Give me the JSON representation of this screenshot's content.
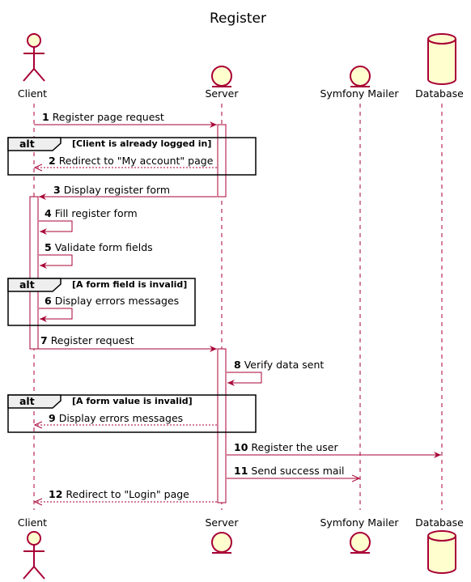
{
  "title": "Register",
  "participants": [
    {
      "name": "Client",
      "kind": "actor-icon"
    },
    {
      "name": "Server",
      "kind": "entity-icon"
    },
    {
      "name": "Symfony Mailer",
      "kind": "entity-icon"
    },
    {
      "name": "Database",
      "kind": "database-icon"
    }
  ],
  "messages": [
    {
      "num": "1",
      "text": "Register page request"
    },
    {
      "num": "2",
      "text": "Redirect to \"My account\" page"
    },
    {
      "num": "3",
      "text": "Display register form"
    },
    {
      "num": "4",
      "text": "Fill register form"
    },
    {
      "num": "5",
      "text": "Validate form fields"
    },
    {
      "num": "6",
      "text": "Display errors messages"
    },
    {
      "num": "7",
      "text": "Register request"
    },
    {
      "num": "8",
      "text": "Verify data sent"
    },
    {
      "num": "9",
      "text": "Display errors messages"
    },
    {
      "num": "10",
      "text": "Register the user"
    },
    {
      "num": "11",
      "text": "Send success mail"
    },
    {
      "num": "12",
      "text": "Redirect to \"Login\" page"
    }
  ],
  "fragments": [
    {
      "operator": "alt",
      "guard": "[Client is already logged in]"
    },
    {
      "operator": "alt",
      "guard": "[A form field is invalid]"
    },
    {
      "operator": "alt",
      "guard": "[A form value is invalid]"
    }
  ],
  "colors": {
    "line": "#A80036",
    "fill": "#FEFECE"
  }
}
